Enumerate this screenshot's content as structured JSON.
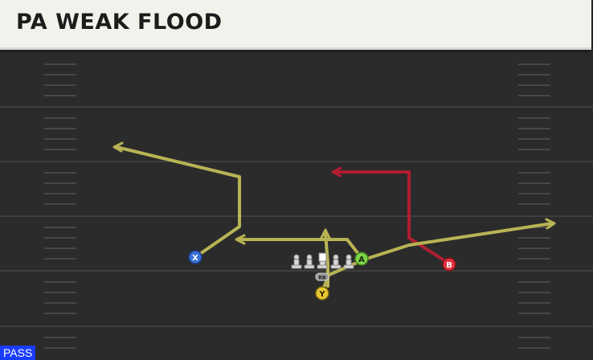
{
  "play": {
    "title": "PA WEAK FLOOD",
    "type_badge": "PASS"
  },
  "players": {
    "x": {
      "label": "X",
      "color": "#3a6fd8"
    },
    "a": {
      "label": "A",
      "color": "#7ed24a"
    },
    "b": {
      "label": "B",
      "color": "#e0323c"
    },
    "y": {
      "label": "Y",
      "color": "#e8c832"
    },
    "rb": {
      "label": "RB"
    }
  },
  "colors": {
    "route_primary": "#b8b455",
    "route_alt": "#b01e32",
    "field": "#2b2b2b",
    "yard_line": "#3f3f3f",
    "hash": "#4a4a4a"
  },
  "icons": {
    "arrowhead": "route-arrowhead-icon",
    "lineman": "lineman-icon",
    "center": "center-icon"
  }
}
